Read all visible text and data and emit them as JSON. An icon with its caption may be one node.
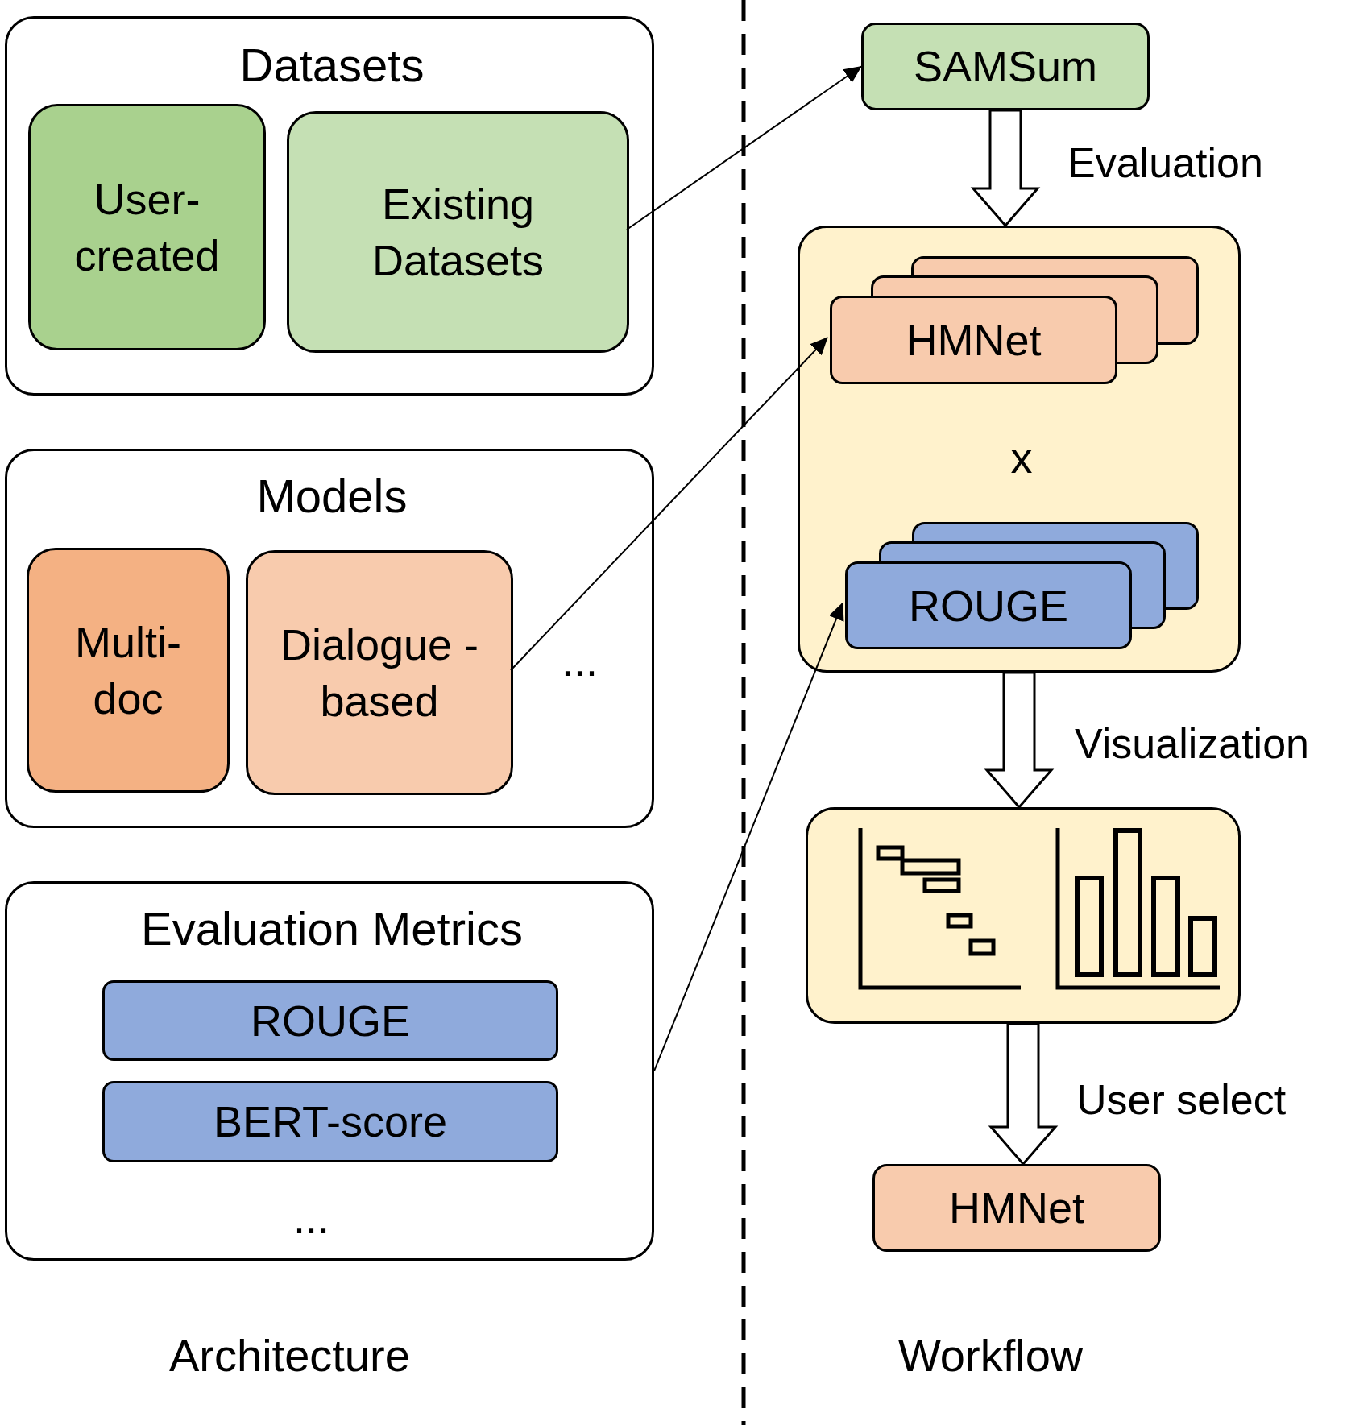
{
  "diagram": {
    "nodes": [
      {
        "text": [
          "Datasets"
        ]
      },
      {
        "text": [
          "User-created"
        ],
        "in": 0
      },
      {
        "text": [
          "Existing Datasets"
        ],
        "in": 0
      },
      {
        "text": [
          "Models",
          "..."
        ]
      },
      {
        "text": [
          "Multi-doc"
        ],
        "in": 3
      },
      {
        "text": [
          "Dialogue -based"
        ],
        "in": 3
      },
      {
        "text": [
          "Evaluation Metrics",
          "..."
        ]
      },
      {
        "text": [
          "ROUGE"
        ],
        "in": 6
      },
      {
        "text": [
          "BERT-score"
        ],
        "in": 6
      },
      {
        "text": [
          "SAMSum"
        ]
      },
      {
        "text": [
          "x"
        ]
      },
      {
        "text": [
          "HMNet"
        ],
        "in": 10
      },
      {
        "text": [
          "ROUGE"
        ],
        "in": 10
      },
      {
        "text": [],
        "shape": "box"
      },
      {
        "text": [
          "HMNet"
        ]
      }
    ],
    "edges": [
      {
        "from": 2,
        "to": 9,
        "arrow": "to"
      },
      {
        "from": 5,
        "to": 11,
        "arrow": "to"
      },
      {
        "from": 6,
        "to": 12,
        "arrow": "to"
      },
      {
        "from": 9,
        "to": 10,
        "arrow": "to",
        "label": "Evaluation",
        "style": "thick"
      },
      {
        "from": 10,
        "to": 13,
        "arrow": "to",
        "label": "Visualization",
        "style": "thick"
      },
      {
        "from": 13,
        "to": 14,
        "arrow": "to",
        "label": "User select",
        "style": "thick"
      }
    ],
    "labels": [
      "Architecture",
      "Workflow"
    ]
  }
}
